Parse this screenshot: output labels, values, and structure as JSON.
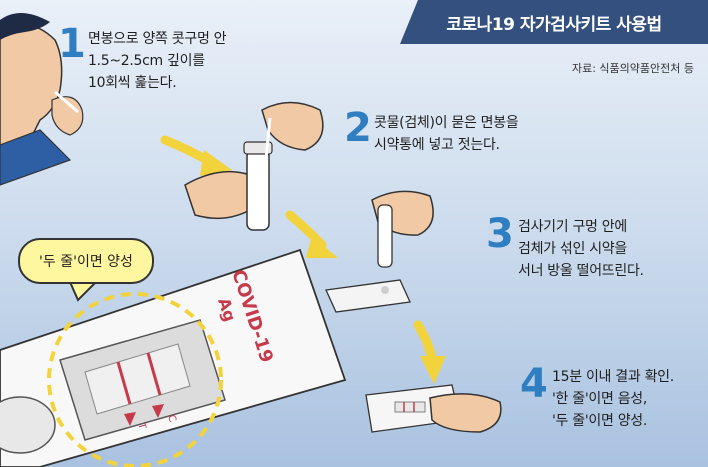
{
  "header": {
    "title": "코로나19 자가검사키트 사용법"
  },
  "source": "자료: 식품의약품안전처 등",
  "steps": [
    {
      "num": "1",
      "lines": [
        "면봉으로 양쪽 콧구멍 안",
        "1.5~2.5cm 깊이를",
        "10회씩 훑는다."
      ]
    },
    {
      "num": "2",
      "lines": [
        "콧물(검체)이 묻은 면봉을",
        "시약통에 넣고 젓는다."
      ]
    },
    {
      "num": "3",
      "lines": [
        "검사기기 구멍 안에",
        "검체가 섞인 시약을",
        "서너 방울 떨어뜨린다."
      ]
    },
    {
      "num": "4",
      "lines": [
        "15분 이내 결과 확인.",
        "'한 줄'이면 음성,",
        "'두 줄'이면 양성."
      ]
    }
  ],
  "bubble": "'두 줄'이면 양성",
  "kit": {
    "brand": "COVID-19",
    "type": "Ag",
    "mark_c": "C",
    "mark_t": "T"
  },
  "colors": {
    "accent": "#2f7ec1",
    "title_bg": "#33507e",
    "arrow": "#f2d33b",
    "result_line": "#c73a4a"
  }
}
